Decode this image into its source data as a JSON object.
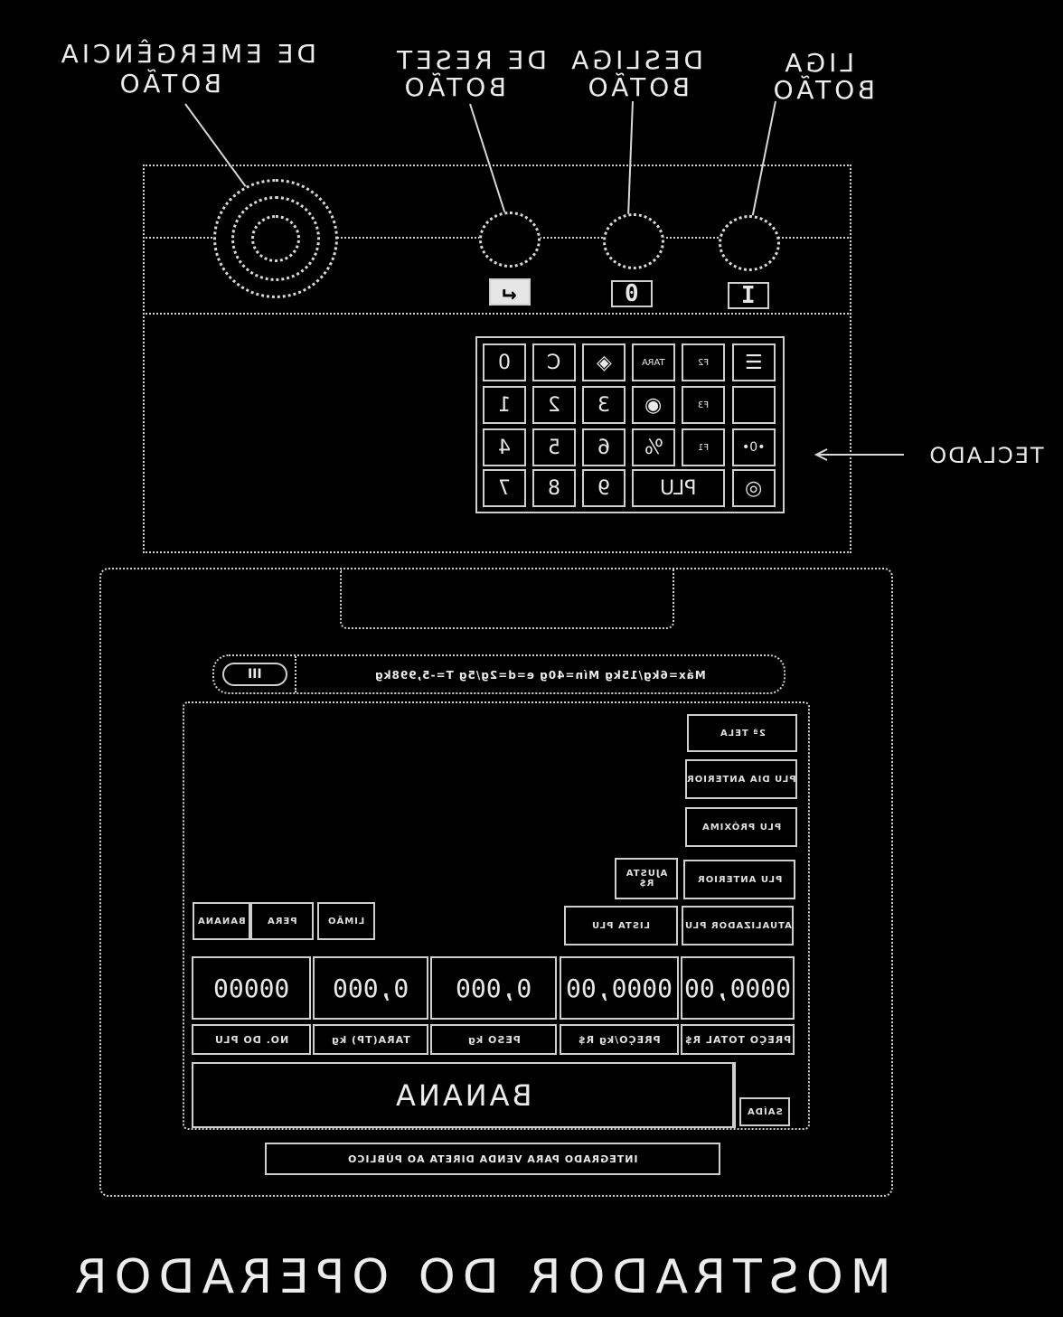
{
  "labels": {
    "emergencia_line1": "DE EMERGÊNCIA",
    "emergencia_line2": "BOTÃO",
    "reset_line1": "DE RESET",
    "reset_line2": "BOTÃO",
    "desliga_line1": "DESLIGA",
    "desliga_line2": "BOTÃO",
    "liga_line1": "LIGA",
    "liga_line2": "BOTÃO",
    "teclado": "TECLADO",
    "title": "MOSTRADOR DO OPERADOR"
  },
  "panel": {
    "reset_symbol": "↵",
    "desliga_symbol": "0",
    "liga_symbol": "I"
  },
  "keypad": {
    "rows": [
      [
        "0",
        "C",
        "◈",
        "TARA",
        "F2",
        "☰"
      ],
      [
        "1",
        "2",
        "3",
        "◉",
        "F3",
        ""
      ],
      [
        "4",
        "5",
        "6",
        "%",
        "F1",
        "•0•"
      ],
      [
        "7",
        "8",
        "9",
        "PLU",
        "◎"
      ]
    ]
  },
  "display": {
    "status_icon": "III",
    "status_text": "Máx=6kg/15kg Mín=40g e=d=2g/5g T=-5,998kg",
    "side_buttons": [
      "2ª TELA",
      "PLU DIA ANTERIOR",
      "PLU PRÓXIMA",
      "PLU ANTERIOR",
      "ATUALIZADOR PLU"
    ],
    "ajusta_button": "AJUSTA R$",
    "lista_plu_button": "LISTA PLU",
    "product_buttons": [
      "BANANA",
      "PERA",
      "LIMÃO"
    ],
    "values": [
      "00000",
      "0,000",
      "0,000",
      "0000,00",
      "0000,00"
    ],
    "headers": [
      "NO. DO PLU",
      "TARA(TP) kg",
      "PESO kg",
      "PREÇO/kg R$",
      "PREÇO TOTAL R$"
    ],
    "product_name": "BANANA",
    "saida_button": "SAÍDA",
    "footer_text": "INTEGRADO PARA VENDA DIRETA AO PÚBLICO"
  }
}
